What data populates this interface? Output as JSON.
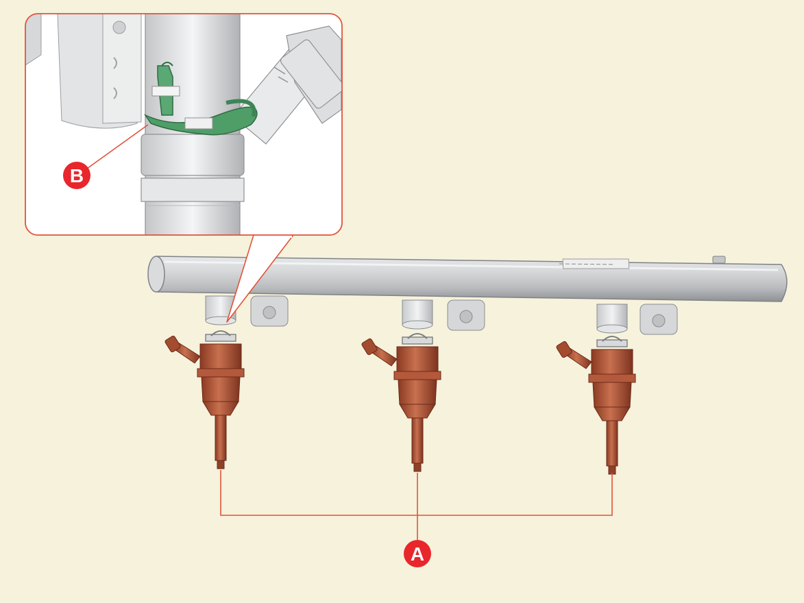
{
  "colors": {
    "background": "#f6f2dc",
    "callout_red": "#e8262b",
    "leader_line": "#e0533b",
    "inset_border": "#e0533b",
    "rail_metal": "#c9cbcd",
    "injector_copper": "#b5583a",
    "clip_green": "#3f8f5a"
  },
  "callouts": {
    "injectors": {
      "label": "A",
      "icon": "callout-marker-a"
    },
    "retainer_clip": {
      "label": "B",
      "icon": "callout-marker-b"
    }
  },
  "components": {
    "fuel_rail": {
      "icon": "fuel-rail-illustration"
    },
    "injectors": {
      "count": 3,
      "icon": "fuel-injector-illustration"
    },
    "detail_inset": {
      "icon": "retainer-clip-detail-view"
    }
  }
}
